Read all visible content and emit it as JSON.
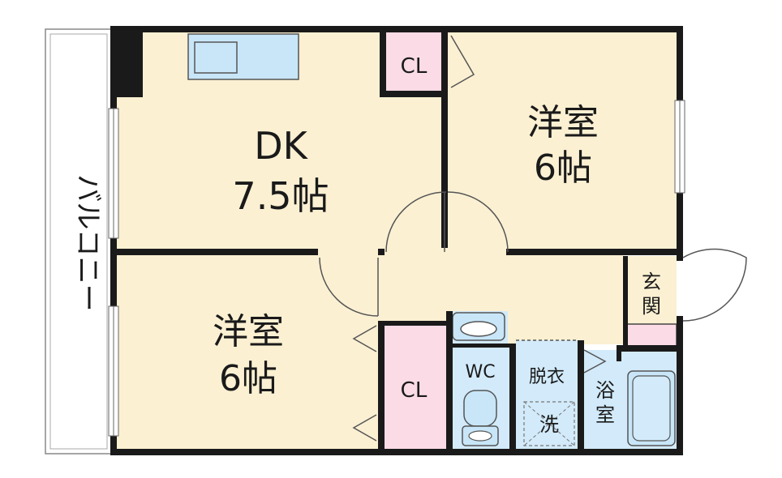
{
  "colors": {
    "wall": "#1a1a1a",
    "floor": "#fbf0d2",
    "closet": "#fadbe6",
    "wet": "#d2eafa",
    "fixture": "#c8e6f8",
    "line": "#444444"
  },
  "rooms": {
    "dk": {
      "name": "DK",
      "size": "7.5帖"
    },
    "western_north": {
      "name": "洋室",
      "size": "6帖"
    },
    "western_south": {
      "name": "洋室",
      "size": "6帖"
    },
    "closet_north": "CL",
    "closet_south": "CL",
    "wc": "WC",
    "dressing": "脱衣",
    "laundry": "洗",
    "bath": [
      "浴",
      "室"
    ],
    "entrance": [
      "玄",
      "関"
    ],
    "balcony": "バルコニー"
  }
}
